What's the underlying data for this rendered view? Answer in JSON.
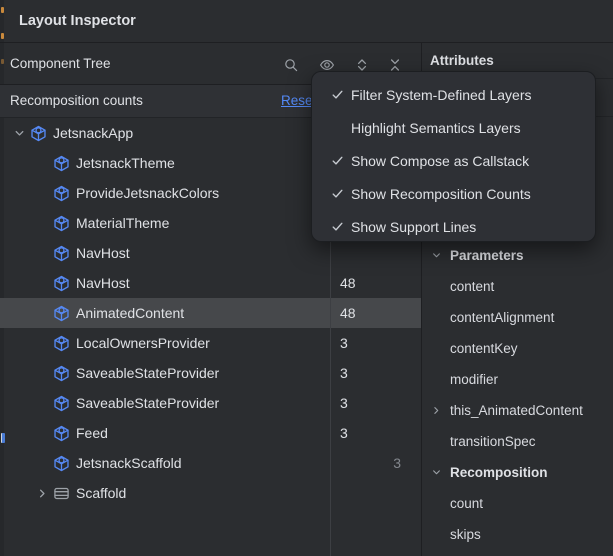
{
  "window": {
    "title": "Layout Inspector"
  },
  "component_tree": {
    "header": "Component Tree",
    "toolbar": [
      {
        "icon": "search"
      },
      {
        "icon": "eye"
      },
      {
        "icon": "expand-all"
      },
      {
        "icon": "collapse-all"
      }
    ],
    "banner": {
      "label": "Recomposition counts",
      "reset_label": "Reset"
    },
    "rows": [
      {
        "label": "JetsnackApp",
        "depth": 0,
        "expander": "down",
        "icon": "compose-node",
        "count": "",
        "skips": "",
        "selected": false
      },
      {
        "label": "JetsnackTheme",
        "depth": 1,
        "expander": "",
        "icon": "compose-node",
        "count": "",
        "skips": "",
        "selected": false
      },
      {
        "label": "ProvideJetsnackColors",
        "depth": 1,
        "expander": "",
        "icon": "compose-node",
        "count": "",
        "skips": "",
        "selected": false
      },
      {
        "label": "MaterialTheme",
        "depth": 1,
        "expander": "",
        "icon": "compose-node",
        "count": "",
        "skips": "",
        "selected": false
      },
      {
        "label": "NavHost",
        "depth": 1,
        "expander": "",
        "icon": "compose-node",
        "count": "",
        "skips": "",
        "selected": false
      },
      {
        "label": "NavHost",
        "depth": 1,
        "expander": "",
        "icon": "compose-node",
        "count": "48",
        "skips": "",
        "selected": false
      },
      {
        "label": "AnimatedContent",
        "depth": 1,
        "expander": "",
        "icon": "compose-node",
        "count": "48",
        "skips": "",
        "selected": true
      },
      {
        "label": "LocalOwnersProvider",
        "depth": 1,
        "expander": "",
        "icon": "compose-node",
        "count": "3",
        "skips": "",
        "selected": false
      },
      {
        "label": "SaveableStateProvider",
        "depth": 1,
        "expander": "",
        "icon": "compose-node",
        "count": "3",
        "skips": "",
        "selected": false
      },
      {
        "label": "SaveableStateProvider",
        "depth": 1,
        "expander": "",
        "icon": "compose-node",
        "count": "3",
        "skips": "",
        "selected": false
      },
      {
        "label": "Feed",
        "depth": 1,
        "expander": "",
        "icon": "compose-node",
        "count": "3",
        "skips": "",
        "selected": false
      },
      {
        "label": "JetsnackScaffold",
        "depth": 1,
        "expander": "",
        "icon": "compose-node",
        "count": "",
        "skips": "3",
        "selected": false
      },
      {
        "label": "Scaffold",
        "depth": 1,
        "expander": "right",
        "icon": "scaffold",
        "count": "",
        "skips": "",
        "selected": false
      }
    ]
  },
  "view_options_menu": {
    "items": [
      {
        "label": "Filter System-Defined Layers",
        "checked": true
      },
      {
        "label": "Highlight Semantics Layers",
        "checked": false
      },
      {
        "label": "Show Compose as Callstack",
        "checked": true
      },
      {
        "label": "Show Recomposition Counts",
        "checked": true
      },
      {
        "label": "Show Support Lines",
        "checked": true
      }
    ]
  },
  "attributes_panel": {
    "header": "Attributes",
    "sections": [
      {
        "title": "Parameters",
        "expanded": true,
        "items": [
          {
            "label": "content",
            "expander": ""
          },
          {
            "label": "contentAlignment",
            "expander": ""
          },
          {
            "label": "contentKey",
            "expander": ""
          },
          {
            "label": "modifier",
            "expander": ""
          },
          {
            "label": "this_AnimatedContent",
            "expander": "right"
          },
          {
            "label": "transitionSpec",
            "expander": ""
          }
        ]
      },
      {
        "title": "Recomposition",
        "expanded": true,
        "items": [
          {
            "label": "count",
            "expander": ""
          },
          {
            "label": "skips",
            "expander": ""
          }
        ]
      }
    ]
  },
  "colors": {
    "background": "#2b2d30",
    "panel_border": "#1e1f22",
    "selection": "#46484b",
    "text": "#dfe1e5",
    "dim_text": "#83878d",
    "accent_blue": "#548af7",
    "node_icon_blue": "#5689f4",
    "menu_background": "#2e3035"
  }
}
